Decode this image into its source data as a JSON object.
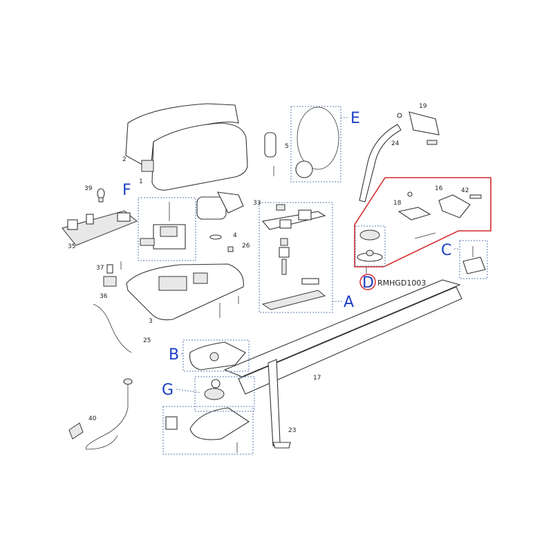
{
  "diagram": {
    "group_labels": {
      "A": "A",
      "B": "B",
      "C": "C",
      "D": "D",
      "E": "E",
      "F": "F",
      "G": "G"
    },
    "part_code": "RMHGD1003",
    "part_numbers": {
      "p1": "1",
      "p2": "2",
      "p3": "3",
      "p4": "4",
      "p5": "5",
      "p16": "16",
      "p17": "17",
      "p18": "18",
      "p19": "19",
      "p23": "23",
      "p24": "24",
      "p25": "25",
      "p26": "26",
      "p33": "33",
      "p35": "35",
      "p36": "36",
      "p37": "37",
      "p39": "39",
      "p40": "40",
      "p42": "42"
    },
    "colors": {
      "group_letter": "#1a3fc4",
      "highlight": "#d42a2a",
      "dotted_box": "#5a7ab0"
    }
  }
}
